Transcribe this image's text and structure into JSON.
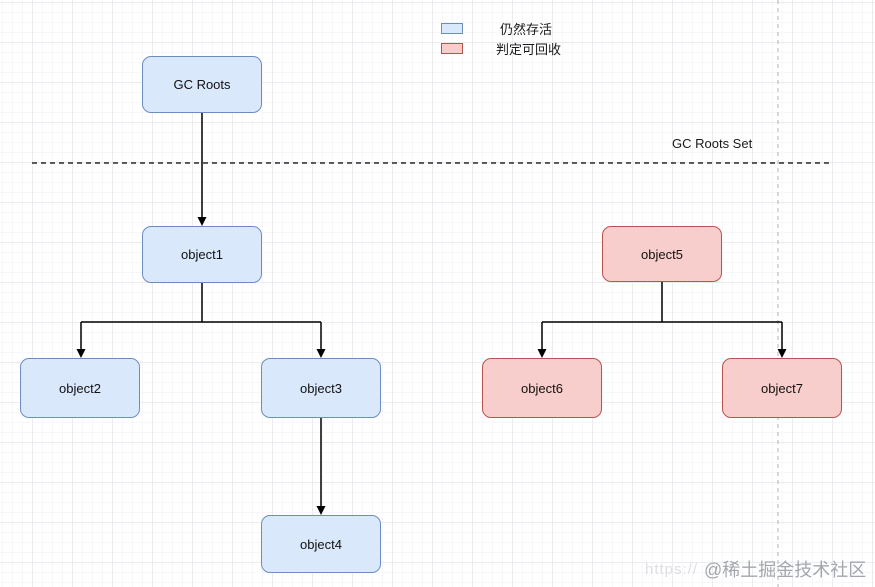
{
  "legend": {
    "items": [
      {
        "id": "alive",
        "label": "仍然存活",
        "fill": "#dae8fc",
        "stroke": "#6c8ebf"
      },
      {
        "id": "recyclable",
        "label": "判定可回收",
        "fill": "#f8cecc",
        "stroke": "#b85450"
      }
    ]
  },
  "annotations": {
    "gc_roots_set_label": "GC Roots Set"
  },
  "nodes": {
    "gc_roots": {
      "label": "GC Roots",
      "status": "alive"
    },
    "object1": {
      "label": "object1",
      "status": "alive"
    },
    "object2": {
      "label": "object2",
      "status": "alive"
    },
    "object3": {
      "label": "object3",
      "status": "alive"
    },
    "object4": {
      "label": "object4",
      "status": "alive"
    },
    "object5": {
      "label": "object5",
      "status": "recyclable"
    },
    "object6": {
      "label": "object6",
      "status": "recyclable"
    },
    "object7": {
      "label": "object7",
      "status": "recyclable"
    }
  },
  "edges": [
    {
      "from": "gc_roots",
      "to": "object1"
    },
    {
      "from": "object1",
      "to": "object2"
    },
    {
      "from": "object1",
      "to": "object3"
    },
    {
      "from": "object3",
      "to": "object4"
    },
    {
      "from": "object5",
      "to": "object6"
    },
    {
      "from": "object5",
      "to": "object7"
    }
  ],
  "watermark": {
    "url_fragment": "https://",
    "text": "@稀土掘金技术社区"
  }
}
